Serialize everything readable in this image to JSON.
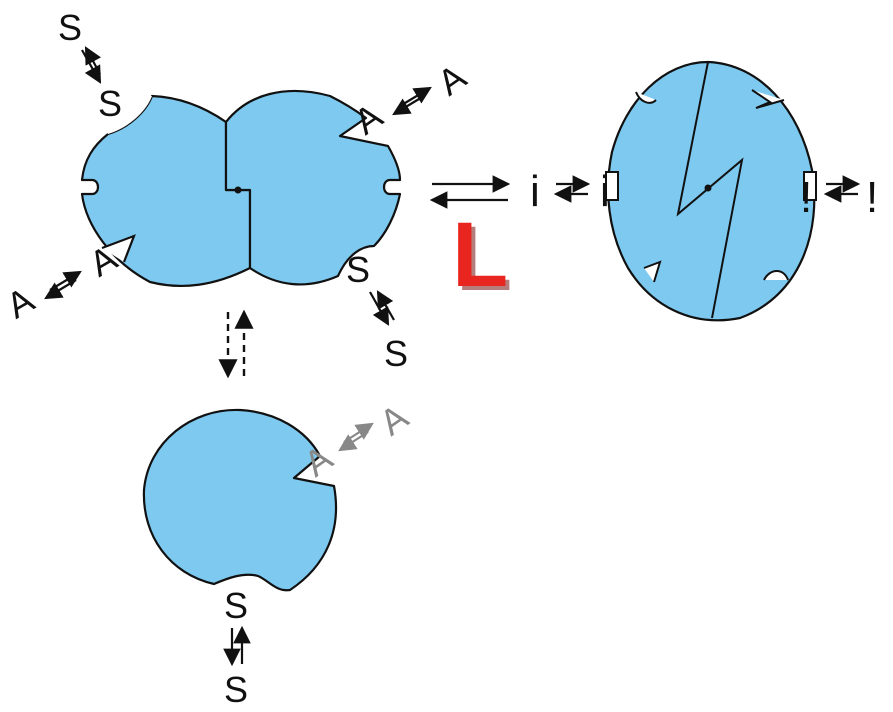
{
  "labels": {
    "substrate": "S",
    "activator": "A",
    "ligand": "L",
    "inhibitor_mark": "i",
    "bang_mark": "!"
  },
  "colors": {
    "subunit_fill": "#7ec9f0",
    "outline": "#111111",
    "ligand_letter": "#e8261f",
    "faded_arrow": "#888888"
  },
  "icons": {
    "equilibrium": "double-harpoon-arrow",
    "dissociation": "dashed-double-arrow"
  }
}
